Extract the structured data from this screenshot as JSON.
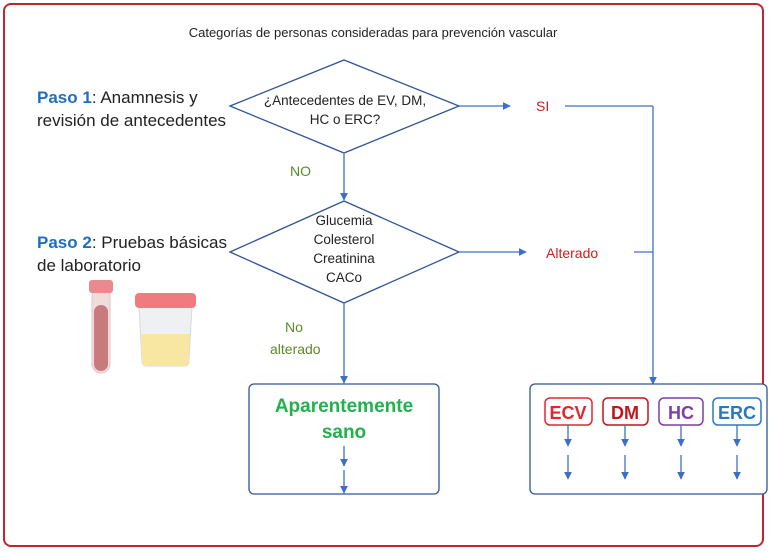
{
  "title": "Categorías de personas consideradas para prevención vascular",
  "step1": {
    "label": "Paso 1",
    "text_line1": ": Anamnesis y",
    "text_line2": "revisión de antecedentes"
  },
  "step2": {
    "label": "Paso 2",
    "text_line1": ": Pruebas básicas",
    "text_line2": "de laboratorio"
  },
  "decision1": {
    "line1": "¿Antecedentes de EV, DM,",
    "line2": "HC o ERC?"
  },
  "decision2": {
    "lines": [
      "Glucemia",
      "Colesterol",
      "Creatinina",
      "CACo"
    ]
  },
  "edges": {
    "yes": "SI",
    "no": "NO",
    "altered": "Alterado",
    "not_altered_line1": "No",
    "not_altered_line2": "alterado"
  },
  "healthy_box": {
    "line1": "Aparentemente",
    "line2": "sano"
  },
  "categories": [
    {
      "label": "ECV",
      "color": "#e3262f"
    },
    {
      "label": "DM",
      "color": "#c0161d"
    },
    {
      "label": "HC",
      "color": "#7b3fa6"
    },
    {
      "label": "ERC",
      "color": "#2a78c2"
    }
  ],
  "colors": {
    "frame": "#c0262d",
    "step_label": "#1f6fbf",
    "arrow": "#3e6fc6",
    "yes": "#d0201f",
    "no": "#5b8a2a",
    "healthy": "#22b24c"
  }
}
